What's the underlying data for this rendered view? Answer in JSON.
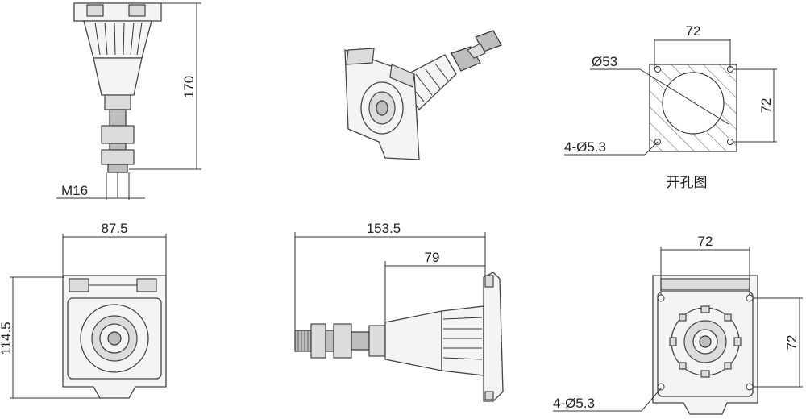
{
  "dimensions": {
    "side_height": "170",
    "thread": "M16",
    "iso_cutout_width": "72",
    "hole_diameter": "Ø53",
    "iso_cutout_height": "72",
    "mount_holes_top": "4-Ø5.3",
    "front_width": "87.5",
    "front_height": "114.5",
    "total_length": "153.5",
    "body_length": "79",
    "back_width": "72",
    "back_height": "72",
    "mount_holes_bottom": "4-Ø5.3"
  },
  "labels": {
    "cutout_caption": "开孔图"
  },
  "colors": {
    "line": "#333333",
    "hatch": "#555555",
    "part_fill": "#f4f4f4",
    "dark_fill": "#bdbdbd"
  }
}
